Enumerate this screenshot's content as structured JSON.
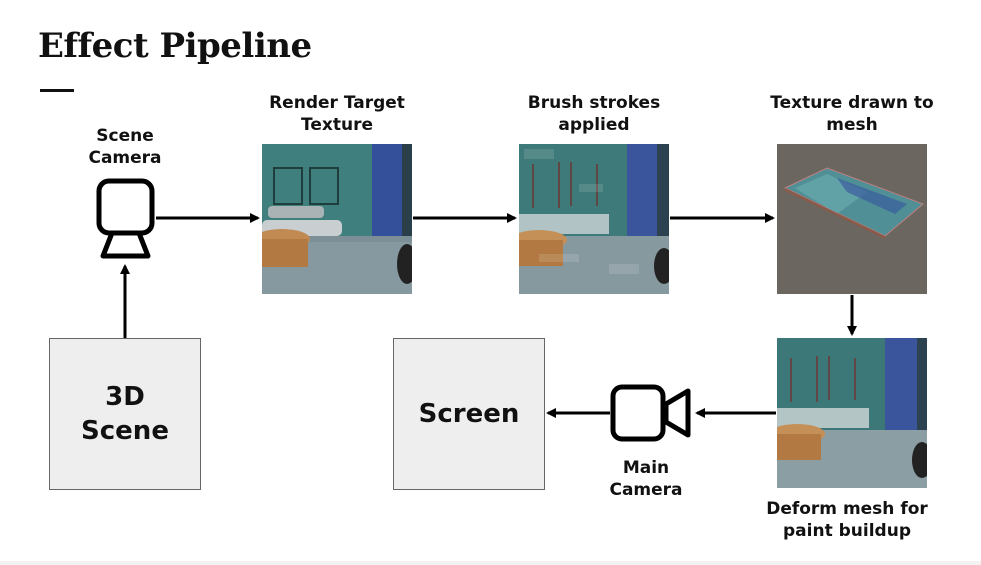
{
  "title": "Effect Pipeline",
  "labels": {
    "scene_camera": "Scene\nCamera",
    "render_target": "Render Target\nTexture",
    "brush_strokes": "Brush strokes\napplied",
    "texture_drawn": "Texture drawn to\nmesh",
    "deform_mesh": "Deform mesh for\npaint buildup",
    "main_camera": "Main\nCamera"
  },
  "boxes": {
    "scene_3d": "3D\nScene",
    "screen": "Screen"
  },
  "colors": {
    "text": "#111111",
    "box_fill": "#eeeeee",
    "arrow": "#000000"
  },
  "icons": {
    "scene_camera": "security-camera-icon",
    "main_camera": "video-camera-icon"
  }
}
